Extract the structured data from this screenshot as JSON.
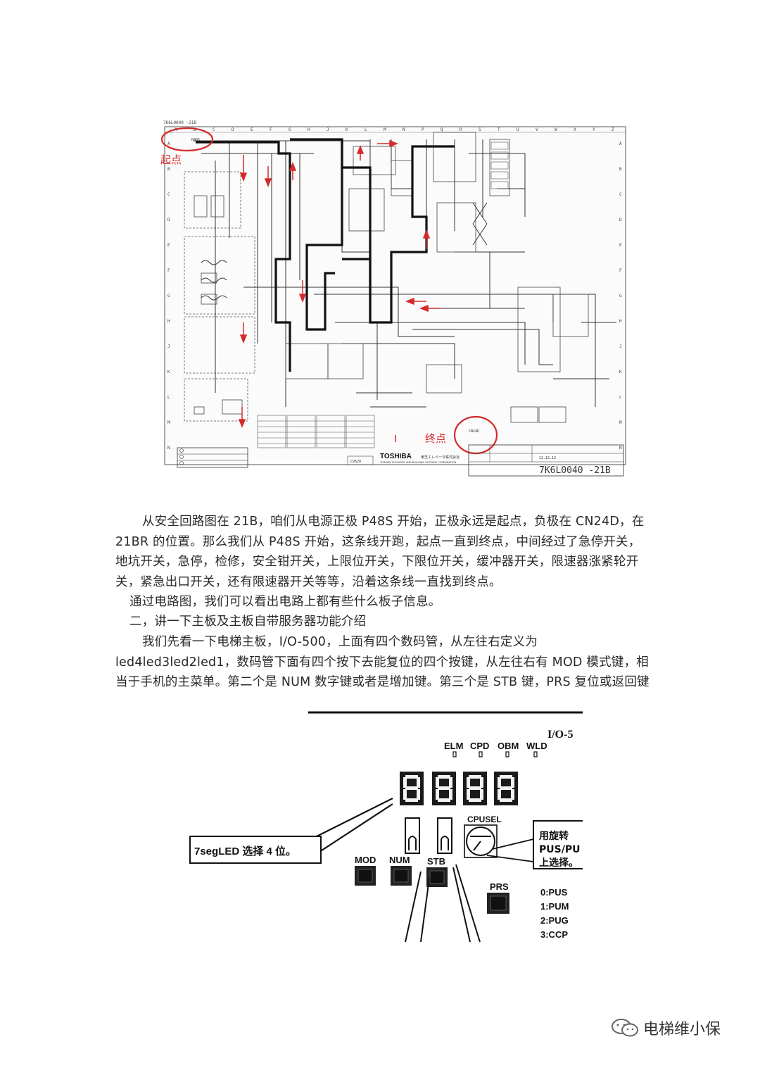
{
  "schematic": {
    "drawing_number": "7K6L0040 -21B",
    "start_label": "起点",
    "end_label": "终点",
    "brand": "TOSHIBA",
    "brand_jp": "東芝エレベータ株式会社",
    "brand_en": "TOSHIBA ELEVATOR AND BUILDING SYSTEMS CORPORATION",
    "title_block_number": "7K6L0040 -21B",
    "title_block_date": "12.12.12",
    "cv_label": "CV620",
    "start_tag": "P48S",
    "end_tag": "CN24D",
    "column_letters": [
      "A",
      "B",
      "C",
      "D",
      "E",
      "F",
      "G",
      "H",
      "J",
      "K",
      "L",
      "M",
      "N",
      "P",
      "Q",
      "R",
      "S",
      "T",
      "U",
      "V",
      "W",
      "X",
      "Y",
      "Z"
    ],
    "row_letters": [
      "A",
      "B",
      "C",
      "D",
      "E",
      "F",
      "G",
      "H",
      "J",
      "K",
      "L",
      "M",
      "N"
    ]
  },
  "paragraphs": [
    "从安全回路图在 21B，咱们从电源正极 P48S 开始，正极永远是起点，负极在 CN24D，在 21BR 的位置。那么我们从 P48S 开始，这条线开跑，起点一直到终点，中间经过了急停开关，地坑开关，急停，检修，安全钳开关，上限位开关，下限位开关，缓冲器开关，限速器涨紧轮开关，紧急出口开关，还有限速器开关等等，沿着这条线一直找到终点。",
    "通过电路图，我们可以看出电路上都有些什么板子信息。",
    "二，讲一下主板及主板自带服务器功能介绍",
    "我们先看一下电梯主板，I/O-500，上面有四个数码管，从左往右定义为 led4led3led2led1，数码管下面有四个按下去能复位的四个按键，从左往右有 MOD 模式键，相当于手机的主菜单。第二个是 NUM 数字键或者是增加键。第三个是 STB 键，PRS 复位或返回键"
  ],
  "board": {
    "board_name": "I/O-5",
    "indicators": [
      "ELM",
      "CPD",
      "OBM",
      "WLD"
    ],
    "seg_callout": "7segLED 选择 4 位。",
    "rotary_label": "CPUSEL",
    "rotary_callout_lines": [
      "用旋转",
      "PUS/PU",
      "上选择。"
    ],
    "buttons": [
      "MOD",
      "NUM",
      "STB"
    ],
    "reset_button": "PRS",
    "cpu_options": [
      "0:PUS",
      "1:PUM",
      "2:PUG",
      "3:CCP"
    ]
  },
  "watermark": {
    "text": "电梯维小保",
    "icon": "wechat-icon"
  }
}
